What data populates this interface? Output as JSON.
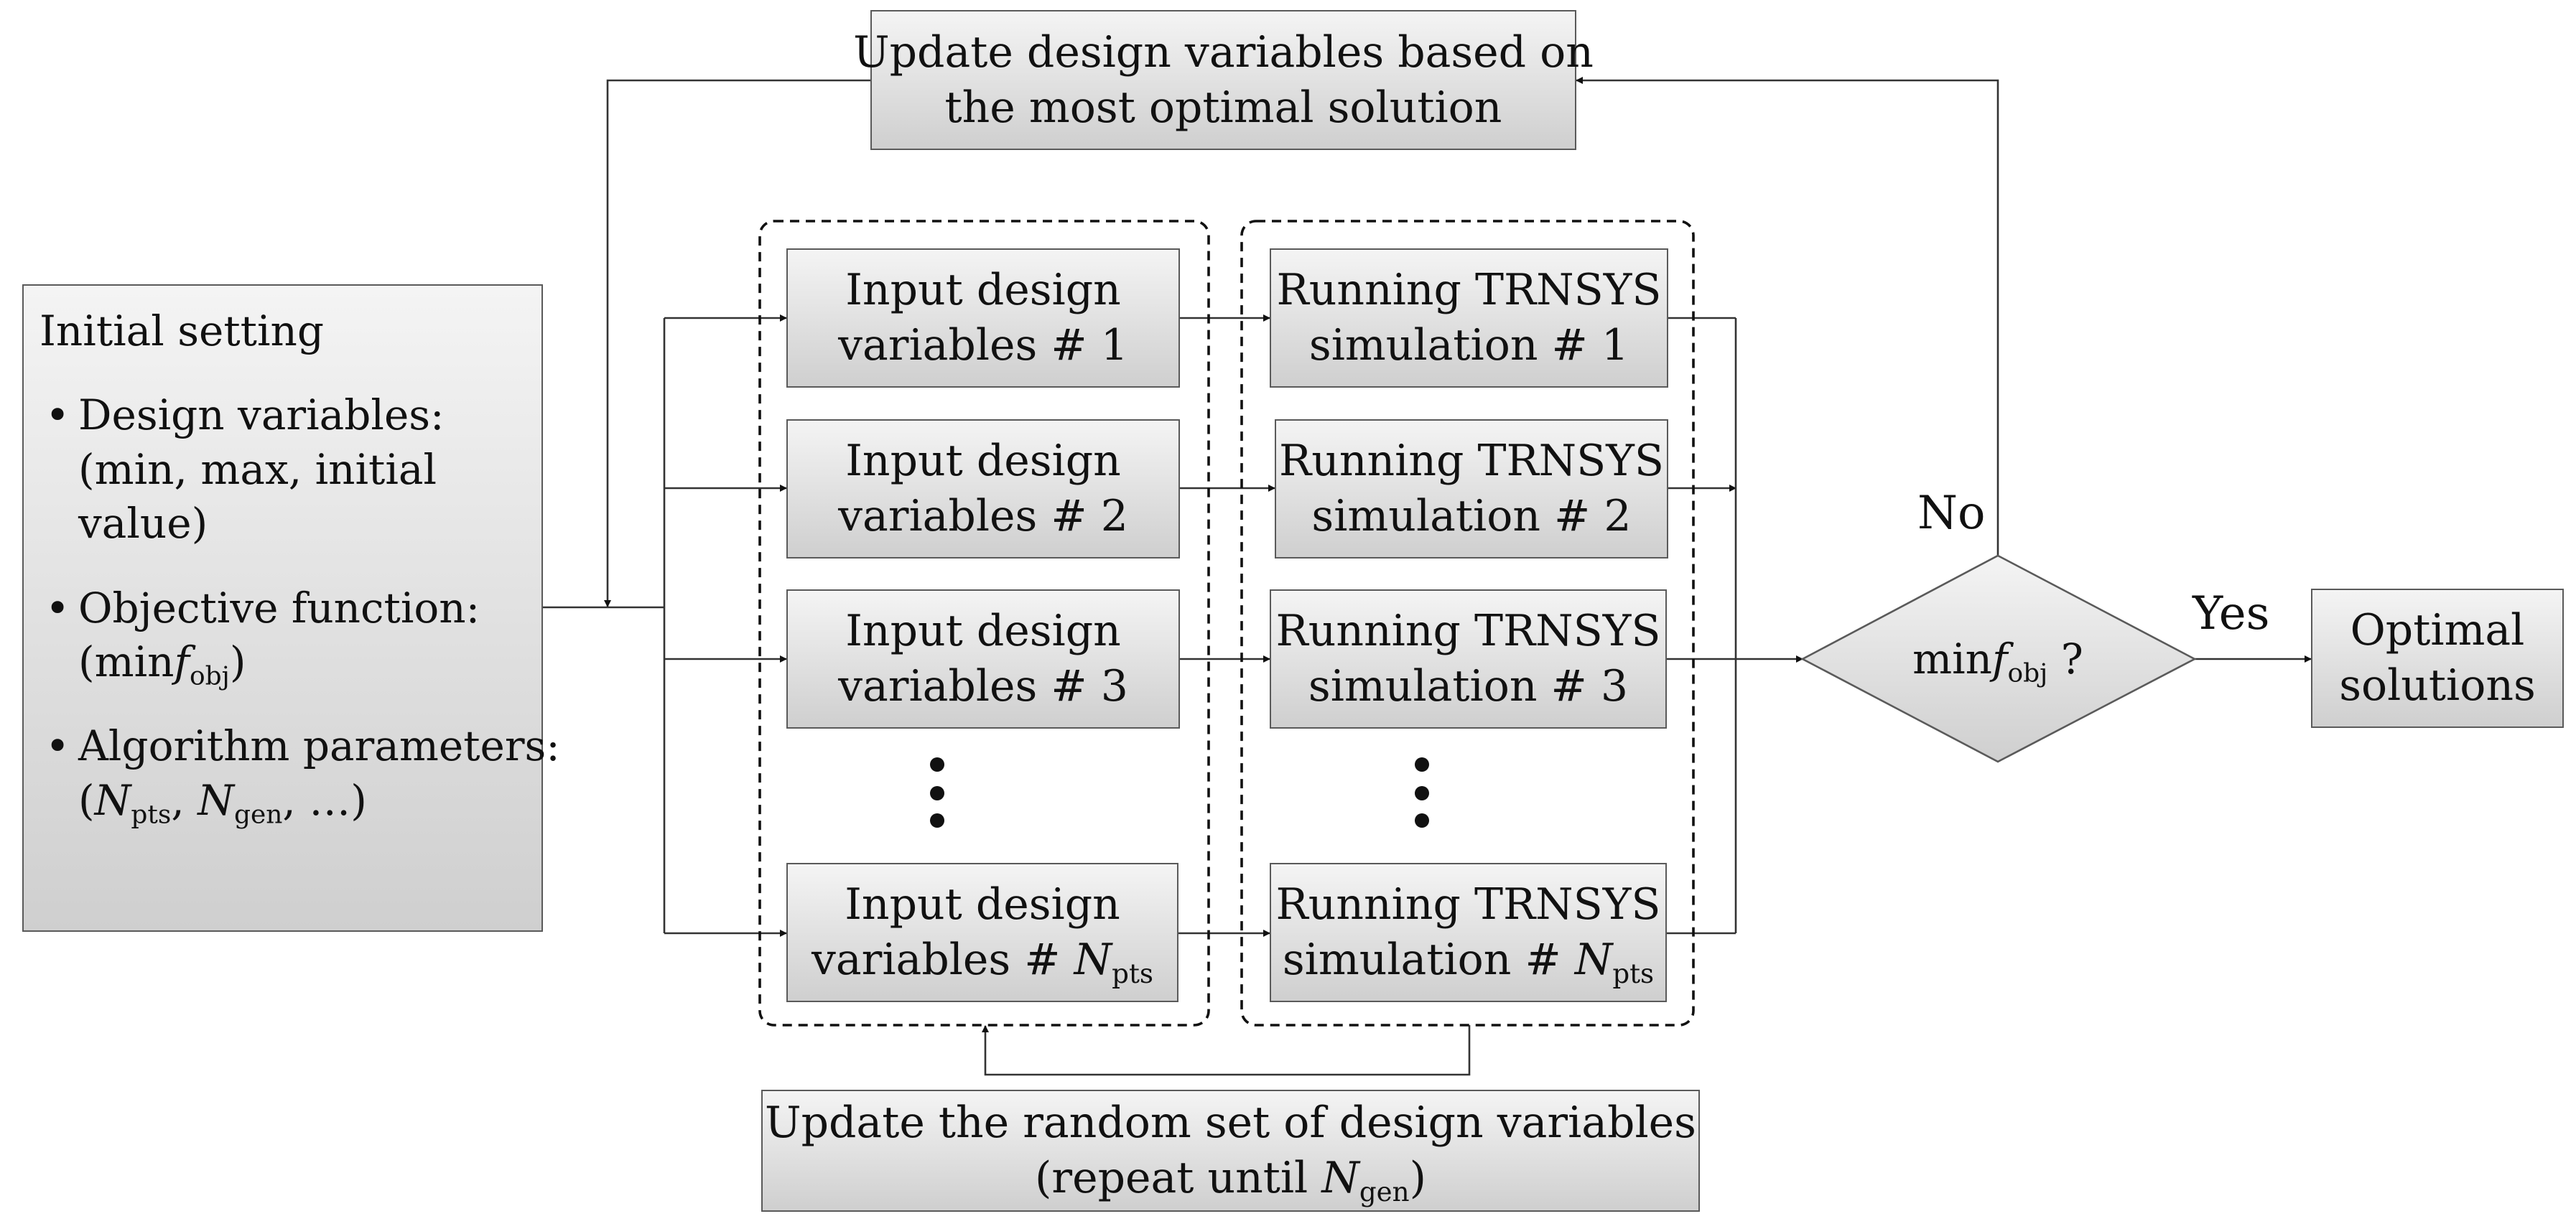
{
  "initial": {
    "title": "Initial setting",
    "bullet_mark": "•",
    "design_line1": "Design variables:",
    "design_line2": "(min, max, initial",
    "design_line3": "value)",
    "objective_line1": "Objective function:",
    "objective_open": "(min",
    "objective_f": "f",
    "objective_sub": "obj",
    "objective_close": ")",
    "algo_line1": "Algorithm parameters:",
    "algo_open": "(",
    "algo_n1": "N",
    "algo_sub1": "pts",
    "algo_sep": ", ",
    "algo_n2": "N",
    "algo_sub2": "gen",
    "algo_tail": ", …)"
  },
  "update_top": {
    "line1": "Update design variables based on",
    "line2": "the most optimal solution"
  },
  "input_boxes": [
    {
      "line1": "Input design",
      "line2": "variables # 1"
    },
    {
      "line1": "Input design",
      "line2": "variables # 2"
    },
    {
      "line1": "Input design",
      "line2": "variables # 3"
    }
  ],
  "input_last": {
    "line1": "Input design",
    "line2_prefix": "variables # ",
    "n": "N",
    "sub": "pts"
  },
  "sim_boxes": [
    {
      "line1": "Running TRNSYS",
      "line2": "simulation # 1"
    },
    {
      "line1": "Running TRNSYS",
      "line2": "simulation # 2"
    },
    {
      "line1": "Running TRNSYS",
      "line2": "simulation # 3"
    }
  ],
  "sim_last": {
    "line1": "Running TRNSYS",
    "line2_prefix": "simulation # ",
    "n": "N",
    "sub": "pts"
  },
  "decision": {
    "prefix": "min",
    "f": "f",
    "sub": "obj",
    "suffix": " ?"
  },
  "no_label": "No",
  "yes_label": "Yes",
  "optimal": {
    "line1": "Optimal",
    "line2": "solutions"
  },
  "update_bottom": {
    "line1": "Update the random set of design variables",
    "line2_prefix": "(repeat until ",
    "n": "N",
    "sub": "gen",
    "line2_suffix": ")"
  }
}
